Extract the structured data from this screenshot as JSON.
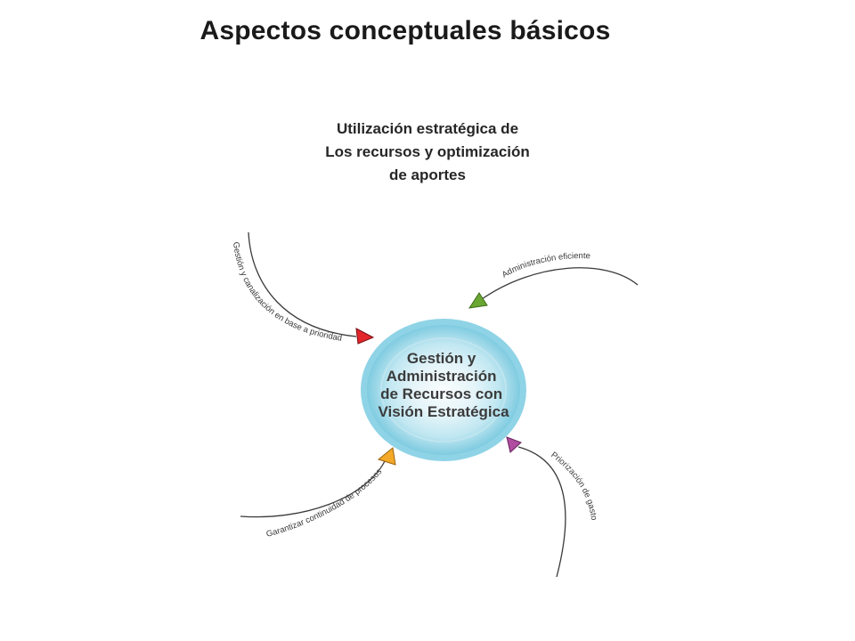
{
  "title": "Aspectos conceptuales básicos",
  "subtitle": {
    "lines": [
      "Utilización estratégica de",
      "Los recursos y optimización",
      "de aportes"
    ]
  },
  "diagram": {
    "center": {
      "lines": [
        "Gestión y",
        "Administración",
        "de Recursos con",
        "Visión Estratégica"
      ],
      "color": "#8fd3e6"
    },
    "arrows": {
      "top_left": {
        "label": "Gestión y canalización en base a prioridades",
        "color": "#e3262a"
      },
      "top_right": {
        "label": "Administración eficiente",
        "color": "#6aa632"
      },
      "bottom_left": {
        "label": "Garantizar continuidad de procesos",
        "color": "#f3a927"
      },
      "bottom_right": {
        "label": "Priorización de gasto",
        "color": "#b04da0"
      }
    }
  }
}
